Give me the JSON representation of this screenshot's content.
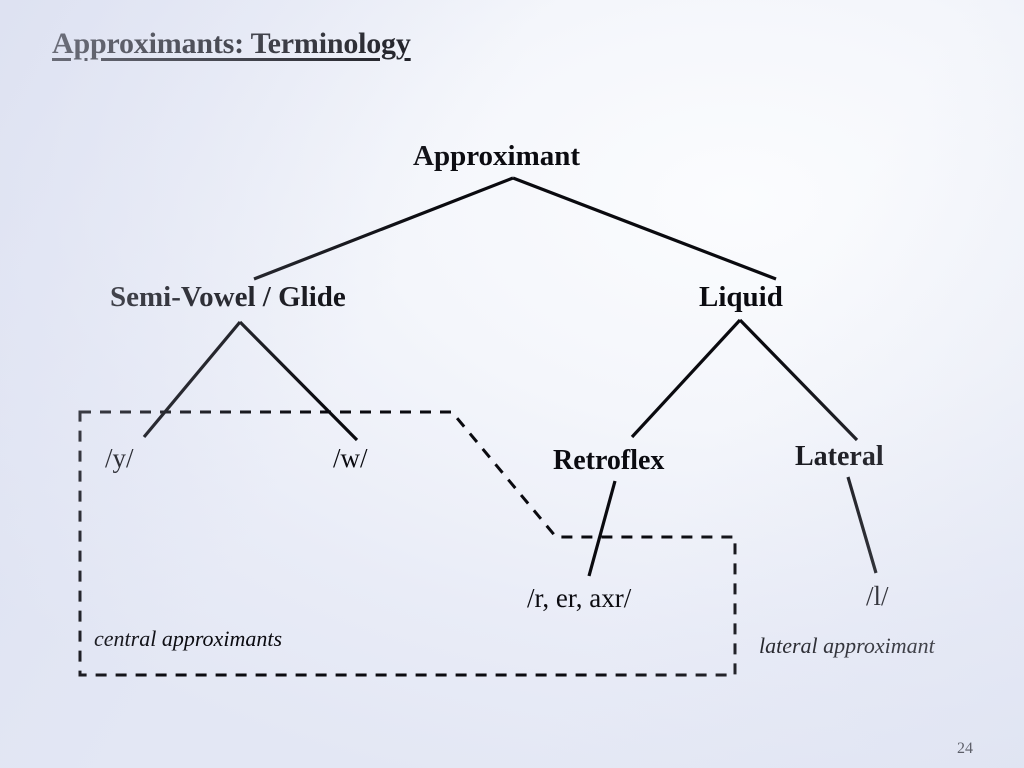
{
  "slide": {
    "title": "Approximants: Terminology",
    "page_number": "24",
    "background_color": "#eef0f8",
    "ink_color": "#0a0a0f"
  },
  "tree": {
    "root": {
      "label": "Approximant",
      "style": "bold"
    },
    "level2": [
      {
        "label": "Semi-Vowel / Glide",
        "style": "bold"
      },
      {
        "label": "Liquid",
        "style": "bold"
      }
    ],
    "level3": [
      {
        "label": "/y/",
        "style": "plain",
        "parent": "Semi-Vowel / Glide"
      },
      {
        "label": "/w/",
        "style": "plain",
        "parent": "Semi-Vowel / Glide"
      },
      {
        "label": "Retroflex",
        "style": "bold",
        "parent": "Liquid"
      },
      {
        "label": "Lateral",
        "style": "bold",
        "parent": "Liquid"
      }
    ],
    "level4": [
      {
        "label": "/r, er, axr/",
        "style": "plain",
        "parent": "Retroflex"
      },
      {
        "label": "/l/",
        "style": "plain",
        "parent": "Lateral"
      }
    ]
  },
  "annotations": {
    "central_group_caption": "central approximants",
    "lateral_group_caption": "lateral approximant"
  }
}
